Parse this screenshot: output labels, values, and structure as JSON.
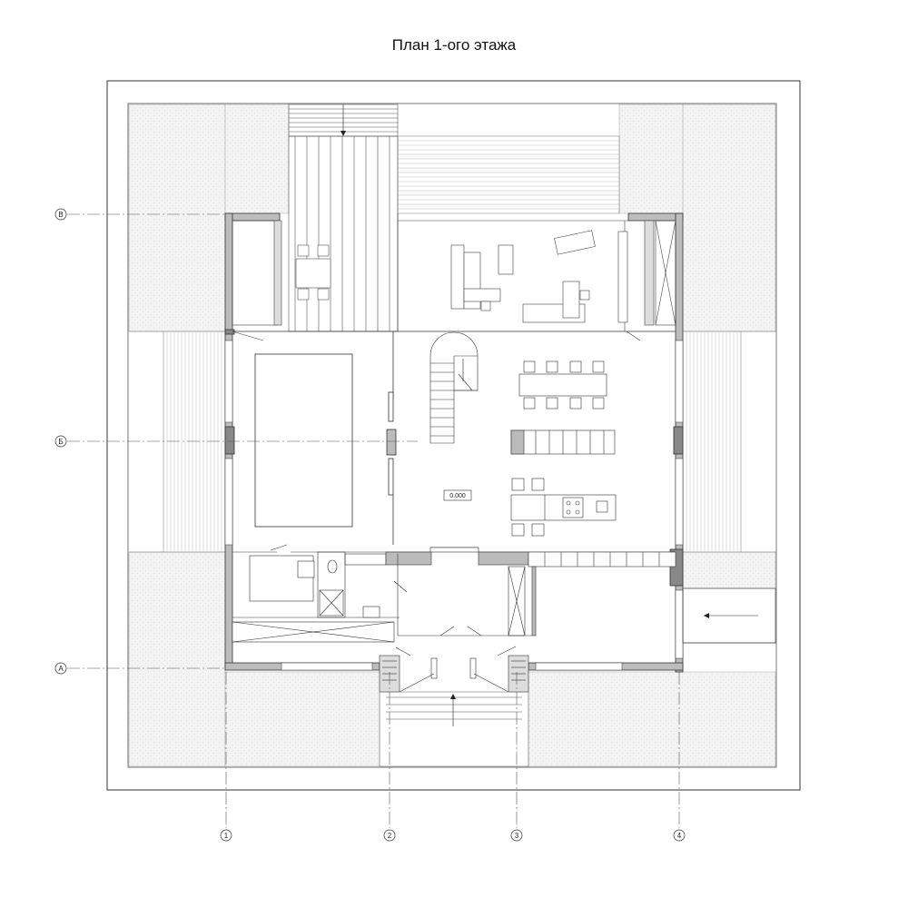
{
  "title": "План 1-ого этажа",
  "axes_rows": [
    "В",
    "Б",
    "А"
  ],
  "axes_cols": [
    "1",
    "2",
    "3",
    "4"
  ],
  "level_mark": "0.000",
  "colors": {
    "line": "#333333",
    "wall": "#999999",
    "fill": "#f1f1f1"
  }
}
